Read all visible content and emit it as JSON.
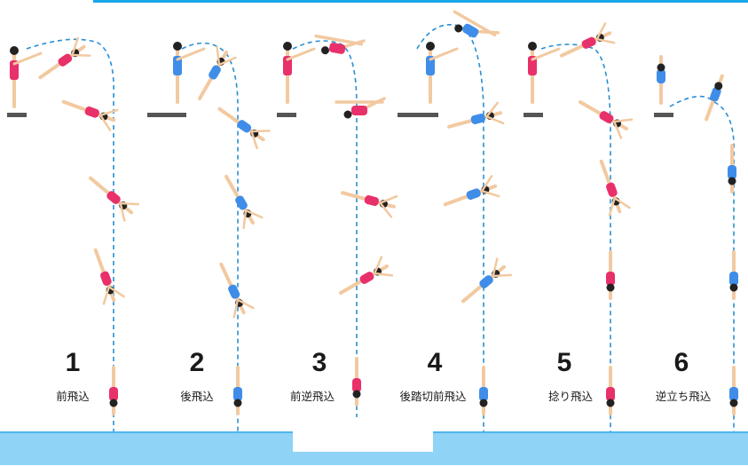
{
  "dives": [
    {
      "number": "1",
      "name": "前飛込",
      "suit": "#e8306a"
    },
    {
      "number": "2",
      "name": "後飛込",
      "suit": "#3f8de8"
    },
    {
      "number": "3",
      "name": "前逆飛込",
      "suit": "#e8306a"
    },
    {
      "number": "4",
      "name": "後踏切前飛込",
      "suit": "#3f8de8"
    },
    {
      "number": "5",
      "name": "捻り飛込",
      "suit": "#e8306a"
    },
    {
      "number": "6",
      "name": "逆立ち飛込",
      "suit": "#3f8de8"
    }
  ],
  "colors": {
    "water": "#8fd3f6",
    "trajectory": "#2a8fd4",
    "pink": "#e8306a",
    "blue": "#3f8de8"
  }
}
